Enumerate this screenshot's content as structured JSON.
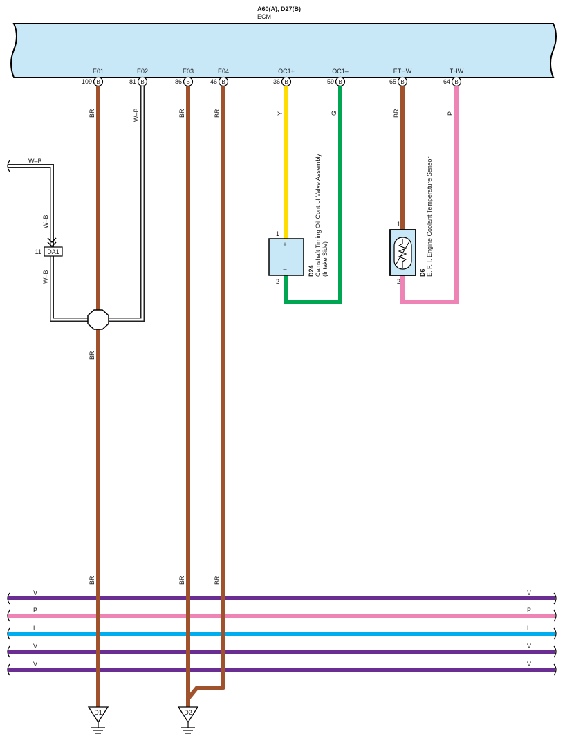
{
  "ecm": {
    "connectors": "A60(A), D27(B)",
    "name": "ECM",
    "pins": [
      {
        "name": "E01",
        "num": "109",
        "conn": "B"
      },
      {
        "name": "E02",
        "num": "81",
        "conn": "B"
      },
      {
        "name": "E03",
        "num": "86",
        "conn": "B"
      },
      {
        "name": "E04",
        "num": "46",
        "conn": "B"
      },
      {
        "name": "OC1+",
        "num": "36",
        "conn": "B"
      },
      {
        "name": "OC1–",
        "num": "59",
        "conn": "B"
      },
      {
        "name": "ETHW",
        "num": "65",
        "conn": "B"
      },
      {
        "name": "THW",
        "num": "64",
        "conn": "B"
      }
    ]
  },
  "wires": {
    "e01": "BR",
    "e02": "W–B",
    "e03": "BR",
    "e04": "BR",
    "oc1p": "Y",
    "oc1m": "G",
    "ethw": "BR",
    "thw": "P",
    "left_wb_top": "W–B",
    "left_wb_mid": "W–B",
    "left_wb_low": "W–B",
    "e01_low": "BR",
    "e01_bottom": "BR",
    "e03_bottom": "BR",
    "e04_bottom": "BR"
  },
  "junction": {
    "pin": "11",
    "name": "DA1"
  },
  "d24": {
    "id": "D24",
    "title": "Camshaft Timing Oil Control Valve Assembly",
    "sub": "(Intake Side)",
    "pin1": "1",
    "pin2": "2",
    "plus": "+",
    "minus": "–"
  },
  "d6": {
    "id": "D6",
    "title": "E. F. I.  Engine Coolant Temperature Sensor",
    "pin1": "1",
    "pin2": "2"
  },
  "harness": [
    {
      "label": "V",
      "color": "#6a2d91"
    },
    {
      "label": "P",
      "color": "#ee84b6"
    },
    {
      "label": "L",
      "color": "#00aeef"
    },
    {
      "label": "V",
      "color": "#6a2d91"
    },
    {
      "label": "V",
      "color": "#6a2d91"
    }
  ],
  "grounds": {
    "d1": "D1",
    "d2": "D2"
  },
  "colors": {
    "ecm_fill": "#c8e8f8",
    "brown": "#a0522d",
    "yellow": "#ffdd00",
    "green": "#00a651",
    "pink": "#ee84b6",
    "purple": "#6a2d91",
    "blue": "#00aeef"
  }
}
